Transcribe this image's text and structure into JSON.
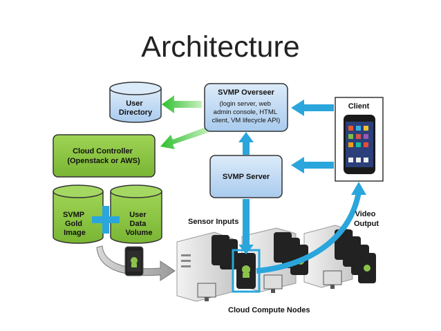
{
  "title": "Architecture",
  "nodes": {
    "user_directory": [
      "User",
      "Directory"
    ],
    "overseer_title": "SVMP Overseer",
    "overseer_detail": [
      "(login server, web",
      "admin console, HTML",
      "client, VM lifecycle API)"
    ],
    "client": "Client",
    "cloud_controller": [
      "Cloud Controller",
      "(Openstack or AWS)"
    ],
    "svmp_server": "SVMP Server",
    "svmp_gold_image": [
      "SVMP",
      "Gold",
      "Image"
    ],
    "user_data_volume": [
      "User",
      "Data",
      "Volume"
    ]
  },
  "labels": {
    "sensor_inputs": "Sensor Inputs",
    "video_output": [
      "Video",
      "Output"
    ],
    "cloud_compute_nodes": "Cloud Compute Nodes"
  },
  "colors": {
    "blue_box": "#bcd8f2",
    "green_box": "#8dc63f",
    "cyan_arrow": "#2aa6dc",
    "green_arrow": "#3cc23c"
  }
}
